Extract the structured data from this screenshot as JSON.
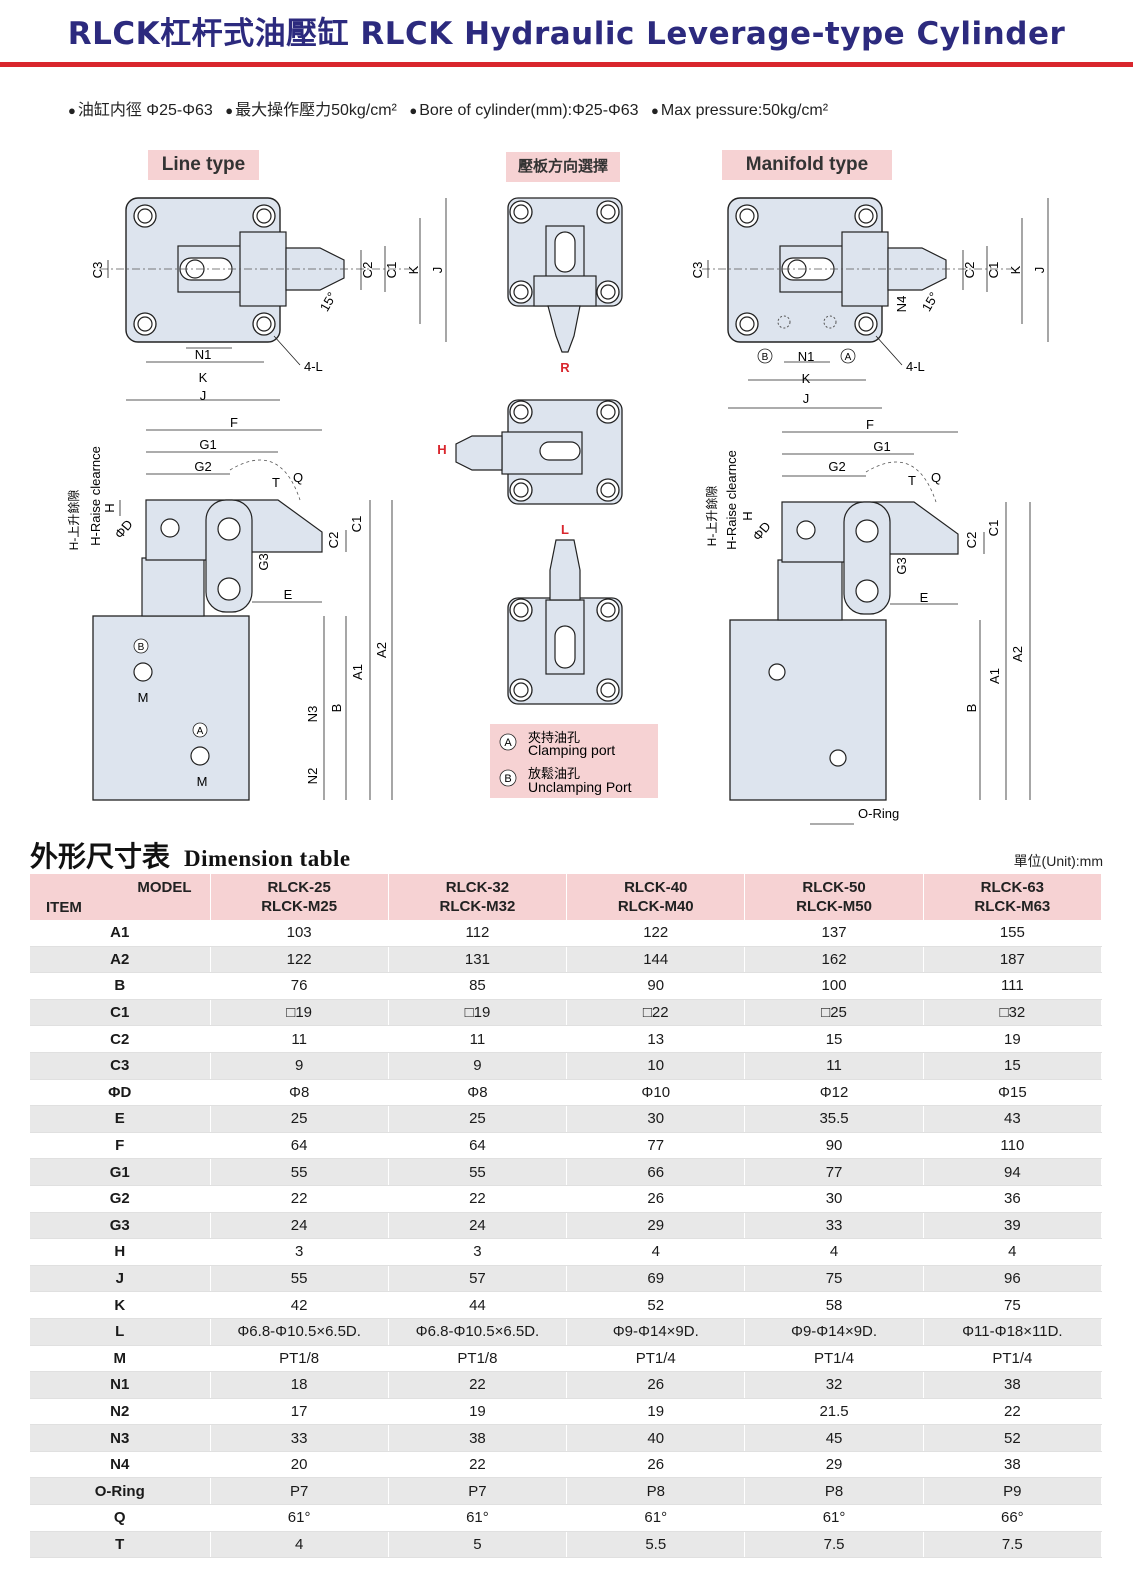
{
  "header": {
    "title": "RLCK杠杆式油壓缸 RLCK Hydraulic Leverage-type Cylinder",
    "specs": [
      "油缸内徑 Φ25-Φ63",
      "最大操作壓力50kg/cm²",
      "Bore of cylinder(mm):Φ25-Φ63",
      "Max pressure:50kg/cm²"
    ]
  },
  "diagrams": {
    "line_type_label": "Line type",
    "direction_label": "壓板方向選擇",
    "manifold_type_label": "Manifold type",
    "direction_codes": [
      "R",
      "H",
      "L"
    ],
    "dim_labels": [
      "C3",
      "C2",
      "C1",
      "K",
      "J",
      "N1",
      "4-L",
      "15°",
      "F",
      "G1",
      "G2",
      "T",
      "Q",
      "H",
      "ΦD",
      "G3",
      "E",
      "A1",
      "A2",
      "B",
      "N3",
      "N2",
      "M",
      "O-Ring",
      "N4"
    ],
    "raise_label_cn": "H-上升餘隙",
    "raise_label_en": "H-Raise clearnce",
    "port_a_cn": "夾持油孔",
    "port_a_en": "Clamping port",
    "port_b_cn": "放鬆油孔",
    "port_b_en": "Unclamping Port",
    "port_a_code": "A",
    "port_b_code": "B"
  },
  "section": {
    "title_cn": "外形尺寸表",
    "title_en": "Dimension table",
    "unit": "單位(Unit):mm"
  },
  "table": {
    "corner_model": "MODEL",
    "corner_item": "ITEM",
    "models": [
      {
        "a": "RLCK-25",
        "b": "RLCK-M25"
      },
      {
        "a": "RLCK-32",
        "b": "RLCK-M32"
      },
      {
        "a": "RLCK-40",
        "b": "RLCK-M40"
      },
      {
        "a": "RLCK-50",
        "b": "RLCK-M50"
      },
      {
        "a": "RLCK-63",
        "b": "RLCK-M63"
      }
    ],
    "rows": [
      {
        "item": "A1",
        "v": [
          "103",
          "112",
          "122",
          "137",
          "155"
        ]
      },
      {
        "item": "A2",
        "v": [
          "122",
          "131",
          "144",
          "162",
          "187"
        ]
      },
      {
        "item": "B",
        "v": [
          "76",
          "85",
          "90",
          "100",
          "111"
        ]
      },
      {
        "item": "C1",
        "v": [
          "□19",
          "□19",
          "□22",
          "□25",
          "□32"
        ]
      },
      {
        "item": "C2",
        "v": [
          "11",
          "11",
          "13",
          "15",
          "19"
        ]
      },
      {
        "item": "C3",
        "v": [
          "9",
          "9",
          "10",
          "11",
          "15"
        ]
      },
      {
        "item": "ΦD",
        "v": [
          "Φ8",
          "Φ8",
          "Φ10",
          "Φ12",
          "Φ15"
        ]
      },
      {
        "item": "E",
        "v": [
          "25",
          "25",
          "30",
          "35.5",
          "43"
        ]
      },
      {
        "item": "F",
        "v": [
          "64",
          "64",
          "77",
          "90",
          "110"
        ]
      },
      {
        "item": "G1",
        "v": [
          "55",
          "55",
          "66",
          "77",
          "94"
        ]
      },
      {
        "item": "G2",
        "v": [
          "22",
          "22",
          "26",
          "30",
          "36"
        ]
      },
      {
        "item": "G3",
        "v": [
          "24",
          "24",
          "29",
          "33",
          "39"
        ]
      },
      {
        "item": "H",
        "v": [
          "3",
          "3",
          "4",
          "4",
          "4"
        ]
      },
      {
        "item": "J",
        "v": [
          "55",
          "57",
          "69",
          "75",
          "96"
        ]
      },
      {
        "item": "K",
        "v": [
          "42",
          "44",
          "52",
          "58",
          "75"
        ]
      },
      {
        "item": "L",
        "v": [
          "Φ6.8-Φ10.5×6.5D.",
          "Φ6.8-Φ10.5×6.5D.",
          "Φ9-Φ14×9D.",
          "Φ9-Φ14×9D.",
          "Φ11-Φ18×11D."
        ]
      },
      {
        "item": "M",
        "v": [
          "PT1/8",
          "PT1/8",
          "PT1/4",
          "PT1/4",
          "PT1/4"
        ]
      },
      {
        "item": "N1",
        "v": [
          "18",
          "22",
          "26",
          "32",
          "38"
        ]
      },
      {
        "item": "N2",
        "v": [
          "17",
          "19",
          "19",
          "21.5",
          "22"
        ]
      },
      {
        "item": "N3",
        "v": [
          "33",
          "38",
          "40",
          "45",
          "52"
        ]
      },
      {
        "item": "N4",
        "v": [
          "20",
          "22",
          "26",
          "29",
          "38"
        ]
      },
      {
        "item": "O-Ring",
        "v": [
          "P7",
          "P7",
          "P8",
          "P8",
          "P9"
        ]
      },
      {
        "item": "Q",
        "v": [
          "61°",
          "61°",
          "61°",
          "61°",
          "66°"
        ]
      },
      {
        "item": "T",
        "v": [
          "4",
          "5",
          "5.5",
          "7.5",
          "7.5"
        ]
      }
    ]
  },
  "colors": {
    "title": "#2c2a7e",
    "accent_red": "#d9262d",
    "header_pink": "#f6d2d3",
    "part_fill": "#dde4ee",
    "row_alt": "#e8e8e8"
  }
}
